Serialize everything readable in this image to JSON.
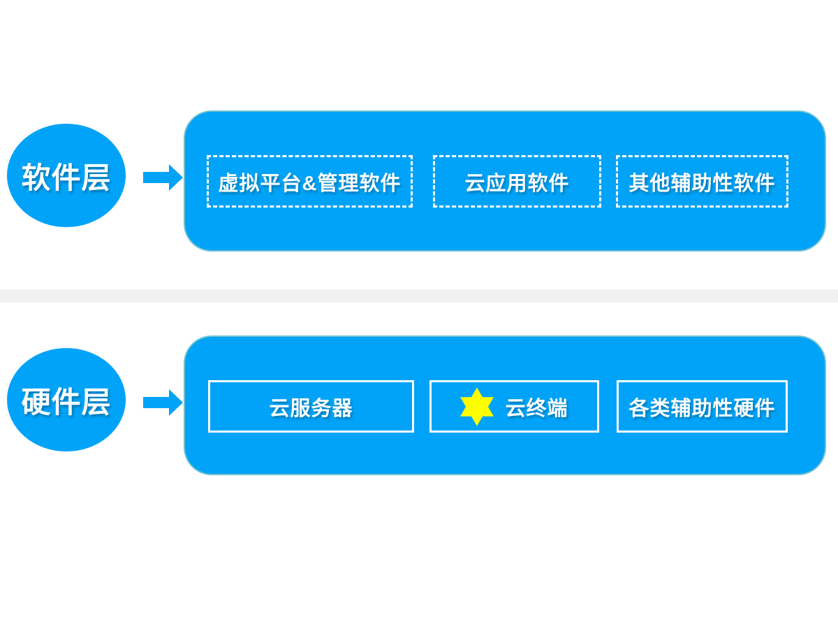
{
  "colors": {
    "accent_blue": "#00a3f7",
    "star_yellow": "#ffff00",
    "divider_gray": "#f1f1f1",
    "box_border": "#ffffff"
  },
  "layers": [
    {
      "id": "software",
      "label": "软件层",
      "items": [
        {
          "label": "虚拟平台&管理软件",
          "border": "dashed"
        },
        {
          "label": "云应用软件",
          "border": "dashed"
        },
        {
          "label": "其他辅助性软件",
          "border": "dashed"
        }
      ]
    },
    {
      "id": "hardware",
      "label": "硬件层",
      "items": [
        {
          "label": "云服务器",
          "border": "solid"
        },
        {
          "label": "云终端",
          "border": "solid",
          "icon": "star-icon"
        },
        {
          "label": "各类辅助性硬件",
          "border": "solid"
        }
      ]
    }
  ]
}
